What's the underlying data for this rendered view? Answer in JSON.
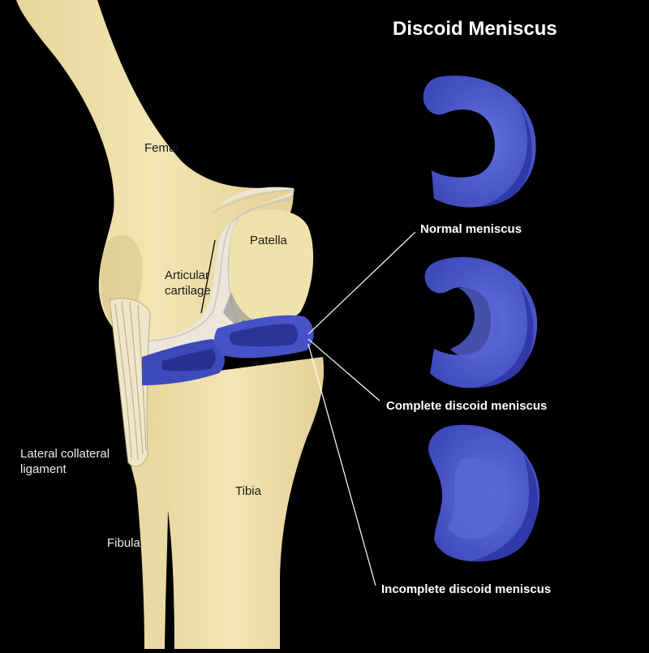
{
  "title": "Discoid Meniscus",
  "anatomy_labels": {
    "femur": "Femur",
    "patella": "Patella",
    "articular_cartilage_line1": "Articular",
    "articular_cartilage_line2": "cartilage",
    "lateral_collateral_ligament_line1": "Lateral collateral",
    "lateral_collateral_ligament_line2": "ligament",
    "tibia": "Tibia",
    "fibula": "Fibula"
  },
  "meniscus_types": [
    {
      "label": "Normal meniscus"
    },
    {
      "label": "Complete discoid meniscus"
    },
    {
      "label": "Incomplete discoid meniscus"
    }
  ],
  "colors": {
    "background": "#000000",
    "bone": "#f0e2ad",
    "bone_shadow": "#d8c78e",
    "cartilage": "#e9e4d8",
    "meniscus": "#4a56c8",
    "meniscus_dark": "#2c379e",
    "leader_line": "#ffffff"
  }
}
